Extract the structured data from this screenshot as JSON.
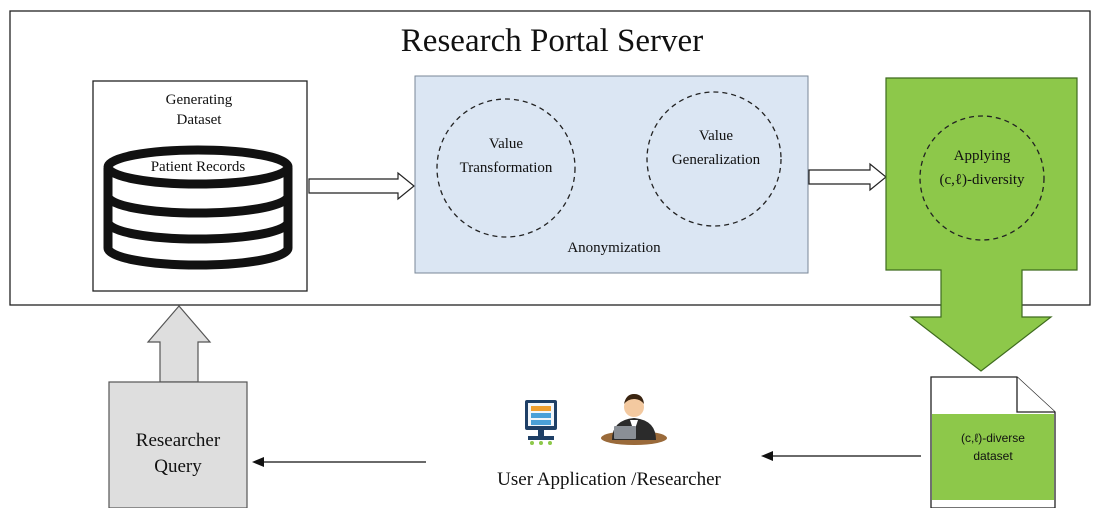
{
  "server": {
    "title": "Research Portal Server"
  },
  "dataset_box": {
    "title_line1": "Generating",
    "title_line2": "Dataset",
    "db_label": "Patient Records"
  },
  "anonymization": {
    "label": "Anonymization",
    "transformation_line1": "Value",
    "transformation_line2": "Transformation",
    "generalization_line1": "Value",
    "generalization_line2": "Generalization"
  },
  "diversity": {
    "line1": "Applying",
    "line2": "(c,ℓ)-diversity"
  },
  "output_doc": {
    "line1": "(c,ℓ)-diverse",
    "line2": "dataset"
  },
  "user_app": {
    "label": "User Application  /Researcher"
  },
  "researcher_query": {
    "line1": "Researcher",
    "line2": "Query"
  },
  "colors": {
    "anonymization_fill": "#dbe6f3",
    "diversity_fill": "#8dc84a",
    "query_fill": "#dedede",
    "doc_fill": "#8dc84a"
  },
  "icons": [
    "database-icon",
    "server-monitor-icon",
    "researcher-icon",
    "document-icon"
  ]
}
